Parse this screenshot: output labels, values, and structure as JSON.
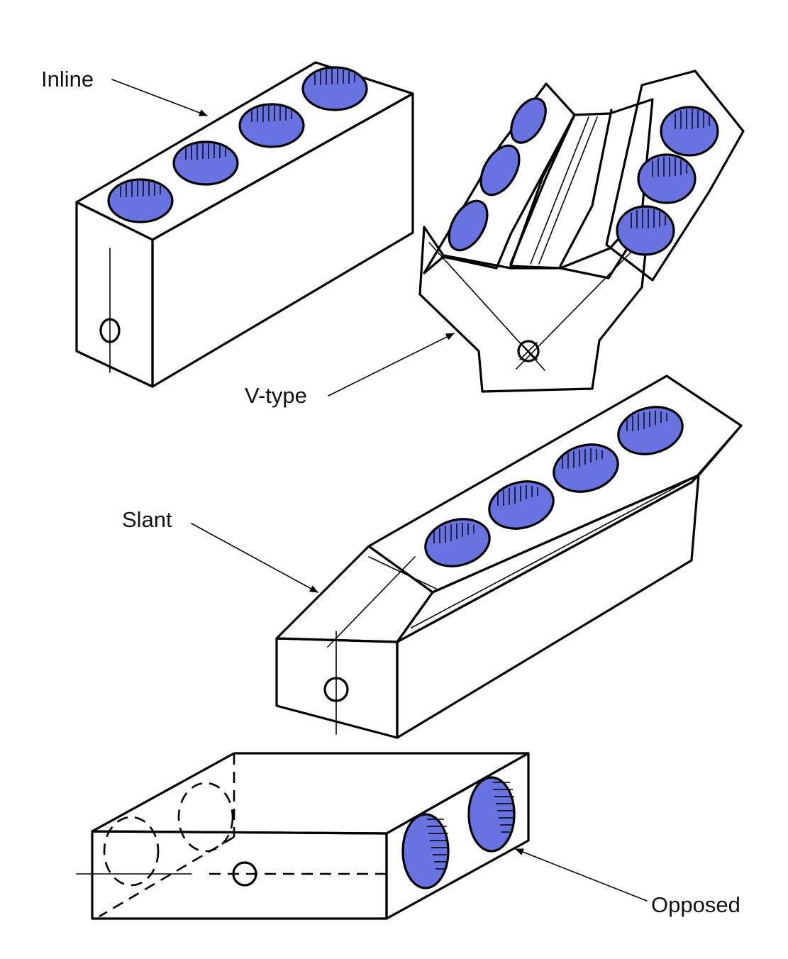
{
  "diagram": {
    "colors": {
      "body_fill": "#6872e0",
      "top_fill": "#7d86ea",
      "side_fill": "#5f69d8",
      "ink": "#000000",
      "background": "#ffffff"
    },
    "labels": {
      "inline": "Inline",
      "vtype": "V-type",
      "slant": "Slant",
      "opposed": "Opposed"
    }
  }
}
